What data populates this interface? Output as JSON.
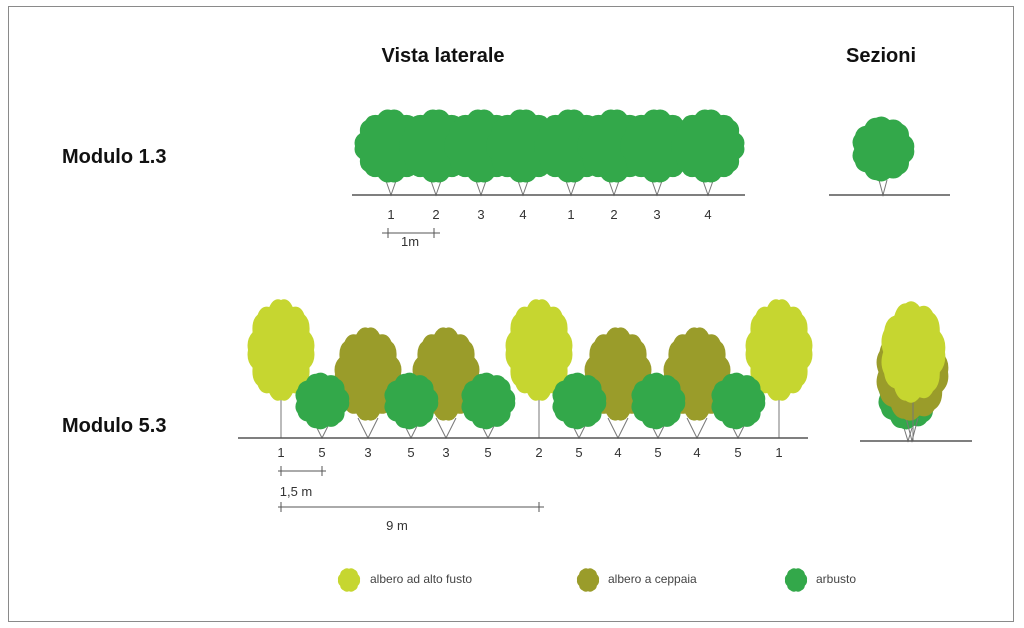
{
  "headings": {
    "side_view": "Vista laterale",
    "sections": "Sezioni"
  },
  "modules": {
    "m13": {
      "label": "Modulo 1.3",
      "numbers": [
        "1",
        "2",
        "3",
        "4",
        "1",
        "2",
        "3",
        "4"
      ],
      "scale_label": "1m"
    },
    "m53": {
      "label": "Modulo 5.3",
      "numbers": [
        "1",
        "5",
        "3",
        "5",
        "3",
        "5",
        "2",
        "5",
        "4",
        "5",
        "4",
        "5",
        "1"
      ],
      "scale_small": "1,5 m",
      "scale_large": "9 m"
    }
  },
  "legend": {
    "tall_tree": "albero ad alto fusto",
    "coppice_tree": "albero a ceppaia",
    "shrub": "arbusto"
  },
  "colors": {
    "tall_tree": "#c6d630",
    "coppice_tree": "#9a9c2a",
    "shrub": "#33a84a",
    "shrub_top": "#3fa94a"
  }
}
